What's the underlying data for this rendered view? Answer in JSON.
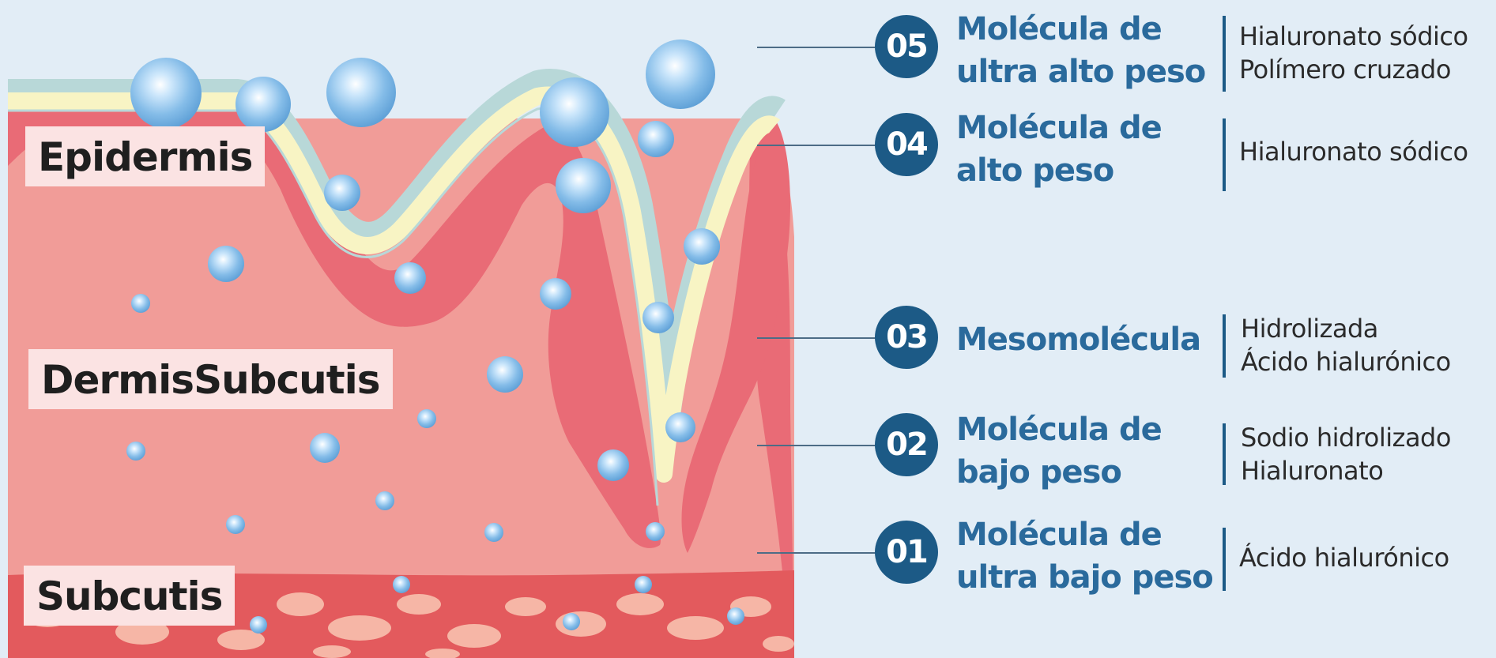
{
  "layers": [
    {
      "label": "Epidermis"
    },
    {
      "label": "DermisSubcutis"
    },
    {
      "label": "Subcutis"
    }
  ],
  "molecules": [
    {
      "number": "05",
      "title_lines": [
        "Molécula de",
        "ultra alto peso"
      ],
      "desc_lines": [
        "Hialuronato sódico",
        "Polímero cruzado"
      ]
    },
    {
      "number": "04",
      "title_lines": [
        "Molécula de",
        "alto peso"
      ],
      "desc_lines": [
        "Hialuronato sódico"
      ]
    },
    {
      "number": "03",
      "title_lines": [
        "Mesomolécula"
      ],
      "desc_lines": [
        "Hidrolizada",
        "Ácido hialurónico"
      ]
    },
    {
      "number": "02",
      "title_lines": [
        "Molécula de",
        "bajo peso"
      ],
      "desc_lines": [
        "Sodio hidrolizado",
        "Hialuronato"
      ]
    },
    {
      "number": "01",
      "title_lines": [
        "Molécula de",
        "ultra bajo peso"
      ],
      "desc_lines": [
        "Ácido hialurónico"
      ]
    }
  ],
  "colors": {
    "background": "#e2edf6",
    "dermis": "#f19c98",
    "epidermis_dark": "#e96b76",
    "stratum": "#f8f4c4",
    "stratum_edge": "#b8d8d8",
    "subcutis": "#e35a5d",
    "fat": "#f6b6a6",
    "badge": "#1c5a86",
    "title_text": "#2a6a9c",
    "bubble": "#7fb9e6"
  }
}
